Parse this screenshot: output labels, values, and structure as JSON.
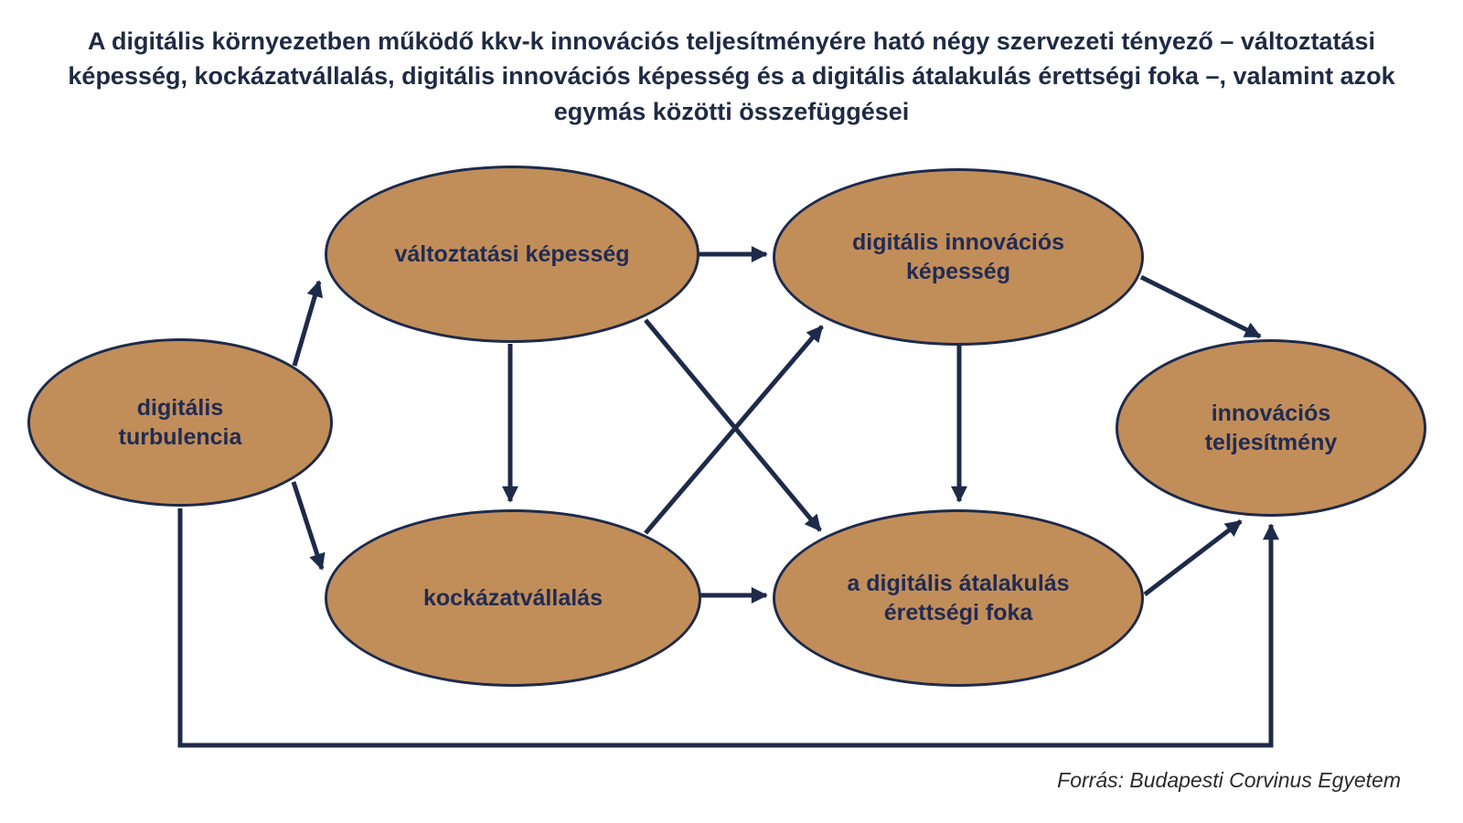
{
  "title": "A digitális környezetben működő kkv-k innovációs teljesítményére ható négy szervezeti tényező – változtatási képesség, kockázatvállalás, digitális innovációs képesség és a digitális átalakulás érettségi foka –, valamint azok egymás közötti összefüggései",
  "nodes": [
    {
      "id": "digitalis-turbulencia",
      "label": "digitális turbulencia"
    },
    {
      "id": "valtoztatasi-kepesseg",
      "label": "változtatási képesség"
    },
    {
      "id": "kockazatvallalas",
      "label": "kockázatvállalás"
    },
    {
      "id": "digitalis-innovacios-kepesseg",
      "label": "digitális innovációs képesség"
    },
    {
      "id": "digitalis-atalakulas-erettsegi-foka",
      "label": "a digitális átalakulás érettségi foka"
    },
    {
      "id": "innovacios-teljesitmeny",
      "label": "innovációs teljesítmény"
    }
  ],
  "edges": [
    {
      "from": "digitalis-turbulencia",
      "to": "valtoztatasi-kepesseg"
    },
    {
      "from": "digitalis-turbulencia",
      "to": "kockazatvallalas"
    },
    {
      "from": "digitalis-turbulencia",
      "to": "innovacios-teljesitmeny"
    },
    {
      "from": "valtoztatasi-kepesseg",
      "to": "digitalis-innovacios-kepesseg"
    },
    {
      "from": "valtoztatasi-kepesseg",
      "to": "kockazatvallalas"
    },
    {
      "from": "valtoztatasi-kepesseg",
      "to": "digitalis-atalakulas-erettsegi-foka"
    },
    {
      "from": "kockazatvallalas",
      "to": "digitalis-innovacios-kepesseg"
    },
    {
      "from": "kockazatvallalas",
      "to": "digitalis-atalakulas-erettsegi-foka"
    },
    {
      "from": "digitalis-innovacios-kepesseg",
      "to": "digitalis-atalakulas-erettsegi-foka"
    },
    {
      "from": "digitalis-innovacios-kepesseg",
      "to": "innovacios-teljesitmeny"
    },
    {
      "from": "digitalis-atalakulas-erettsegi-foka",
      "to": "innovacios-teljesitmeny"
    }
  ],
  "source": "Forrás: Budapesti Corvinus Egyetem",
  "colors": {
    "node_fill": "#c18e5a",
    "line": "#1e2a4a",
    "title_text": "#1f2a44",
    "node_text": "#222b52",
    "source_text": "#2a2a2a",
    "background": "#ffffff"
  }
}
